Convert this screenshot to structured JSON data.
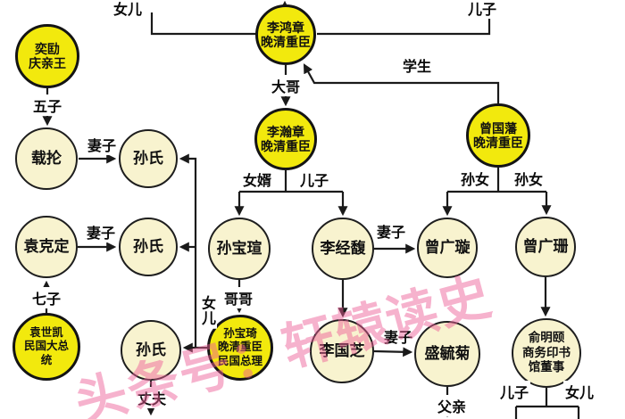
{
  "colors": {
    "famous_fill": "#f2e90d",
    "relative_fill": "#f8f3cf",
    "line": "#1a1a1a",
    "watermark": "#ee5f97"
  },
  "watermark": {
    "text": "头条号：轩辕读史"
  },
  "nodes": [
    {
      "id": "yi-kuang",
      "highlighted": true,
      "lines": [
        "奕劻",
        "庆亲王"
      ]
    },
    {
      "id": "zai-lun",
      "highlighted": false,
      "lines": [
        "载抡"
      ]
    },
    {
      "id": "sun-shi-1",
      "highlighted": false,
      "lines": [
        "孙氏"
      ]
    },
    {
      "id": "yuan-ke-ding",
      "highlighted": false,
      "lines": [
        "袁克定"
      ]
    },
    {
      "id": "sun-shi-2",
      "highlighted": false,
      "lines": [
        "孙氏"
      ]
    },
    {
      "id": "yuan-shi-kai",
      "highlighted": true,
      "lines": [
        "袁世凯",
        "民国大总",
        "统"
      ]
    },
    {
      "id": "sun-shi-3",
      "highlighted": false,
      "lines": [
        "孙氏"
      ]
    },
    {
      "id": "li-hong-zhang",
      "highlighted": true,
      "lines": [
        "李鸿章",
        "晚清重臣"
      ]
    },
    {
      "id": "li-han-zhang",
      "highlighted": true,
      "lines": [
        "李瀚章",
        "晚清重臣"
      ]
    },
    {
      "id": "sun-bao-xuan",
      "highlighted": false,
      "lines": [
        "孙宝瑄"
      ]
    },
    {
      "id": "li-jing-fu",
      "highlighted": false,
      "lines": [
        "李经馥"
      ]
    },
    {
      "id": "zeng-guang-xuan",
      "highlighted": false,
      "lines": [
        "曾广璇"
      ]
    },
    {
      "id": "zeng-guang-shan",
      "highlighted": false,
      "lines": [
        "曾广珊"
      ]
    },
    {
      "id": "zeng-guo-fan",
      "highlighted": true,
      "lines": [
        "曾国藩",
        "晚清重臣"
      ]
    },
    {
      "id": "sun-bao-qi",
      "highlighted": true,
      "lines": [
        "孙宝琦",
        "晚清重臣",
        "民国总理"
      ]
    },
    {
      "id": "li-guo-zhi",
      "highlighted": false,
      "lines": [
        "李国芝"
      ]
    },
    {
      "id": "sheng-yu-ju",
      "highlighted": false,
      "lines": [
        "盛毓菊"
      ]
    },
    {
      "id": "yu-ming-yi",
      "highlighted": false,
      "lines": [
        "俞明颐",
        "商务印书",
        "馆董事"
      ]
    }
  ],
  "labels": [
    {
      "id": "daughter-top",
      "text": "女儿"
    },
    {
      "id": "son-top",
      "text": "儿子"
    },
    {
      "id": "student",
      "text": "学生"
    },
    {
      "id": "eldest-brother",
      "text": "大哥"
    },
    {
      "id": "fifth-son",
      "text": "五子"
    },
    {
      "id": "wife-zailun",
      "text": "妻子"
    },
    {
      "id": "son-in-law",
      "text": "女婿"
    },
    {
      "id": "son-lihanzhang",
      "text": "儿子"
    },
    {
      "id": "granddaughter-left",
      "text": "孙女"
    },
    {
      "id": "granddaughter-right",
      "text": "孙女"
    },
    {
      "id": "wife-yuankeding",
      "text": "妻子"
    },
    {
      "id": "wife-lijingfu",
      "text": "妻子"
    },
    {
      "id": "seventh-son",
      "text": "七子"
    },
    {
      "id": "elder-brother",
      "text": "哥哥"
    },
    {
      "id": "daughters-vertical",
      "text": "女儿"
    },
    {
      "id": "wife-liguozhi",
      "text": "妻子"
    },
    {
      "id": "husband",
      "text": "丈夫"
    },
    {
      "id": "father",
      "text": "父亲"
    },
    {
      "id": "son-yumingyi",
      "text": "儿子"
    },
    {
      "id": "daughter-yumingyi",
      "text": "女儿"
    }
  ]
}
